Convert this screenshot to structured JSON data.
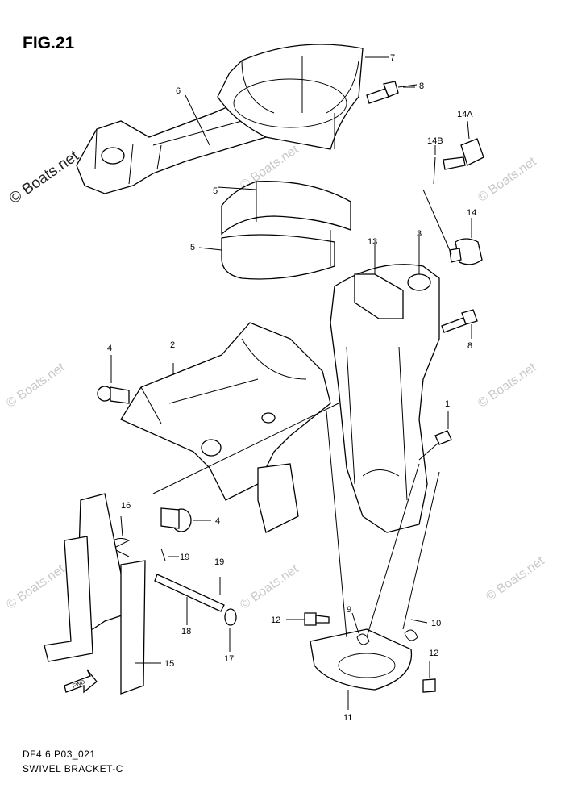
{
  "figure": {
    "title": "FIG.21"
  },
  "footer": {
    "code": "DF4 6 P03_021",
    "name": "SWIVEL BRACKET-C"
  },
  "watermark": {
    "main": "© Boats.net",
    "faint": "© Boats.net"
  },
  "arrow_label": "FWD",
  "parts": {
    "p1": "1",
    "p2": "2",
    "p3": "3",
    "p4a": "4",
    "p4b": "4",
    "p5a": "5",
    "p5b": "5",
    "p6": "6",
    "p7": "7",
    "p8a": "8",
    "p8b": "8",
    "p9": "9",
    "p10": "10",
    "p11": "11",
    "p12a": "12",
    "p12b": "12",
    "p13": "13",
    "p14": "14",
    "p14a": "14A",
    "p14b": "14B",
    "p15": "15",
    "p16": "16",
    "p17": "17",
    "p18": "18",
    "p19a": "19",
    "p19b": "19"
  }
}
